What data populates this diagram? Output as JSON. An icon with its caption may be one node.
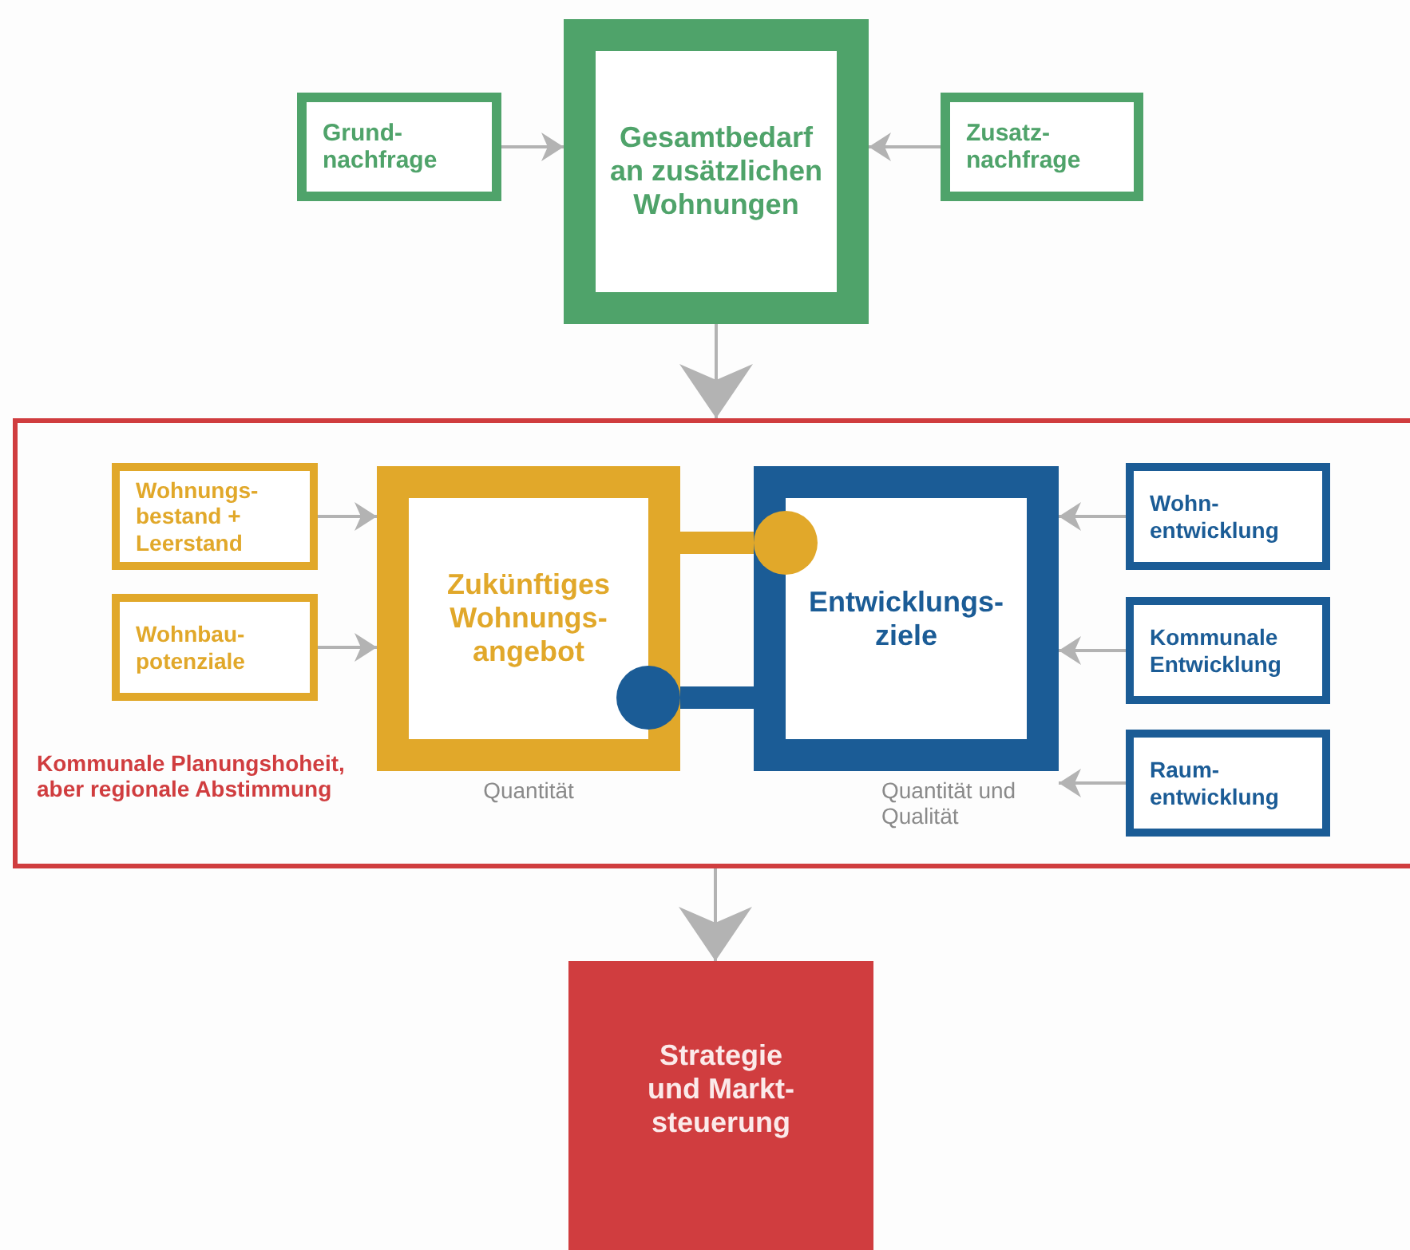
{
  "diagram": {
    "nodes": [
      {
        "text": [
          "Grund- nachfrage"
        ]
      },
      {
        "text": [
          "Gesamtbedarf an zusätzlichen Wohnungen"
        ]
      },
      {
        "text": [
          "Zusatz- nachfrage"
        ]
      },
      {
        "text": [
          "Kommunale Planungshoheit, aber regionale Abstimmung"
        ]
      },
      {
        "text": [
          "Wohnungs- bestand + Leerstand"
        ],
        "in": 3
      },
      {
        "text": [
          "Wohnbau- potenziale"
        ],
        "in": 3
      },
      {
        "text": [
          "Zukünftiges Wohnungs- angebot"
        ],
        "in": 3,
        "beside": [
          "Quantität"
        ]
      },
      {
        "text": [
          "Entwicklungs- ziele"
        ],
        "in": 3,
        "beside": [
          "Quantität und Qualität"
        ]
      },
      {
        "text": [
          "Wohn- entwicklung"
        ],
        "in": 3
      },
      {
        "text": [
          "Kommunale Entwicklung"
        ],
        "in": 3
      },
      {
        "text": [
          "Raum- entwicklung"
        ],
        "in": 3
      },
      {
        "text": [
          "Strategie und Markt- steuerung"
        ]
      }
    ],
    "edges": [
      {
        "from": 0,
        "to": 1,
        "arrow": "to"
      },
      {
        "from": 2,
        "to": 1,
        "arrow": "to"
      },
      {
        "from": 1,
        "to": 3,
        "arrow": "to"
      },
      {
        "from": 4,
        "to": 6,
        "arrow": "to"
      },
      {
        "from": 5,
        "to": 6,
        "arrow": "to"
      },
      {
        "from": 6,
        "to": 7,
        "arrow": "other",
        "style": "thick",
        "color": "#e1a82a"
      },
      {
        "from": 7,
        "to": 6,
        "arrow": "other",
        "style": "thick",
        "color": "#1b5c96"
      },
      {
        "from": 8,
        "to": 7,
        "arrow": "to"
      },
      {
        "from": 9,
        "to": 7,
        "arrow": "to"
      },
      {
        "from": 10,
        "to": 7,
        "arrow": "to"
      },
      {
        "from": 3,
        "to": 11,
        "arrow": "to"
      }
    ]
  }
}
